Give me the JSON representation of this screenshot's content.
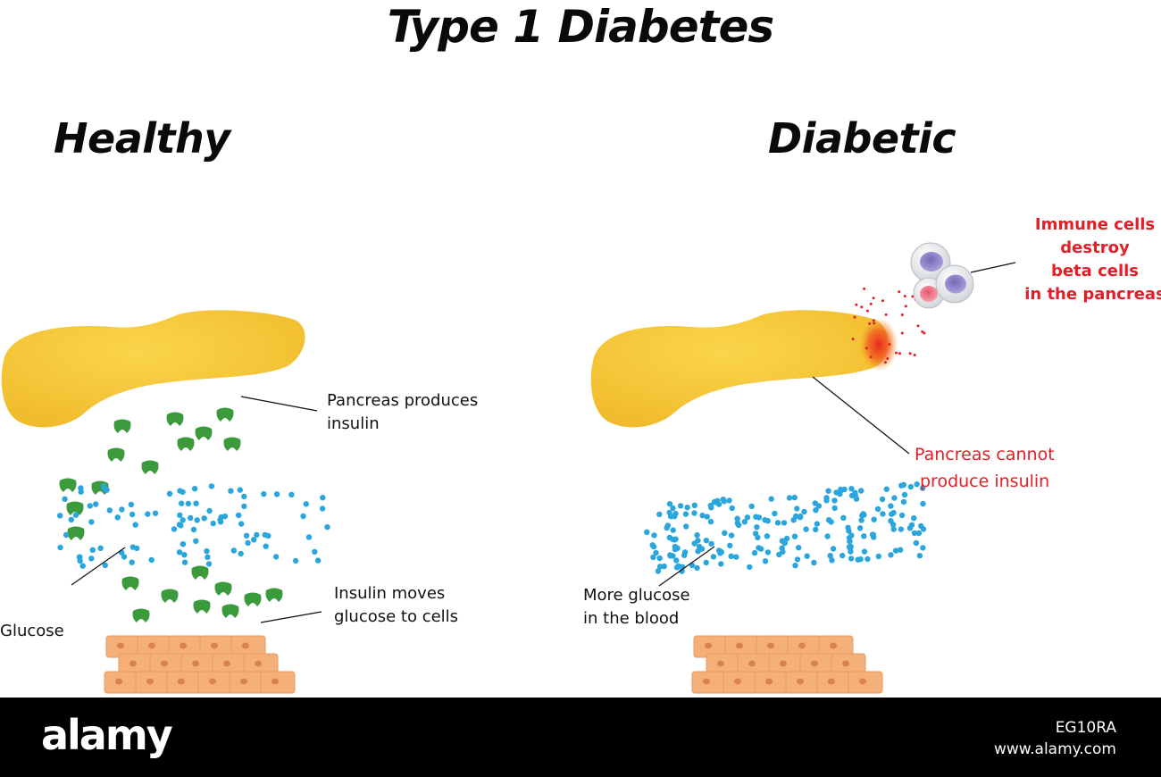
{
  "title": "Type 1 Diabetes",
  "panels": {
    "healthy": {
      "heading": "Healthy",
      "pancreas_label": [
        "Pancreas produces",
        "insulin"
      ],
      "insulin_label": [
        "Insulin moves",
        "glucose to cells"
      ],
      "glucose_label": "Glucose"
    },
    "diabetic": {
      "heading": "Diabetic",
      "immune_label": [
        "Immune cells",
        "destroy",
        "beta cells",
        "in the pancreas"
      ],
      "pancreas_label": [
        "Pancreas cannot",
        "produce insulin"
      ],
      "glucose_label": [
        "More glucose",
        "in the blood"
      ]
    }
  },
  "footer": {
    "brand": "alamy",
    "image_id": "EG10RA",
    "url": "www.alamy.com"
  },
  "colors": {
    "pancreas": "#f7c735",
    "insulin": "#3a9a3c",
    "glucose": "#2aa6dc",
    "tissue": "#f5b07a",
    "label_red": "#e31e26",
    "immune_nucleus_blue": "#6a5aa8",
    "immune_nucleus_red": "#e86a78",
    "footer_bg": "#000000"
  }
}
